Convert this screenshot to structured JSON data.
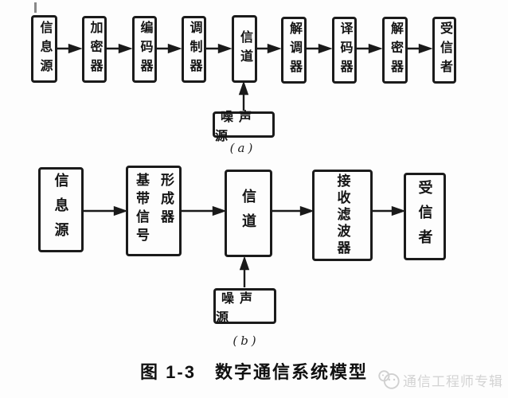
{
  "page": {
    "background": "#fdfdfd",
    "ink": "#1a1a1a"
  },
  "diagram_a": {
    "sub_label": "(a)",
    "boxes": [
      {
        "label": "信息源"
      },
      {
        "label": "加密器"
      },
      {
        "label": "编码器"
      },
      {
        "label": "调制器"
      },
      {
        "label": "信道"
      },
      {
        "label": "解调器"
      },
      {
        "label": "译码器"
      },
      {
        "label": "解密器"
      },
      {
        "label": "受信者"
      }
    ],
    "noise_box": {
      "label": "噪声源"
    }
  },
  "diagram_b": {
    "sub_label": "(b)",
    "boxes": [
      {
        "label": "信息源"
      },
      {
        "label": "基带信号形成器"
      },
      {
        "label": "信道"
      },
      {
        "label": "接收滤波器"
      },
      {
        "label": "受信者"
      }
    ],
    "noise_box": {
      "label": "噪声源"
    }
  },
  "caption": "图 1-3　数字通信系统模型",
  "watermark": {
    "text": "通信工程师专辑",
    "icon": "chat-face-logo",
    "color": "#d3d3d3"
  }
}
